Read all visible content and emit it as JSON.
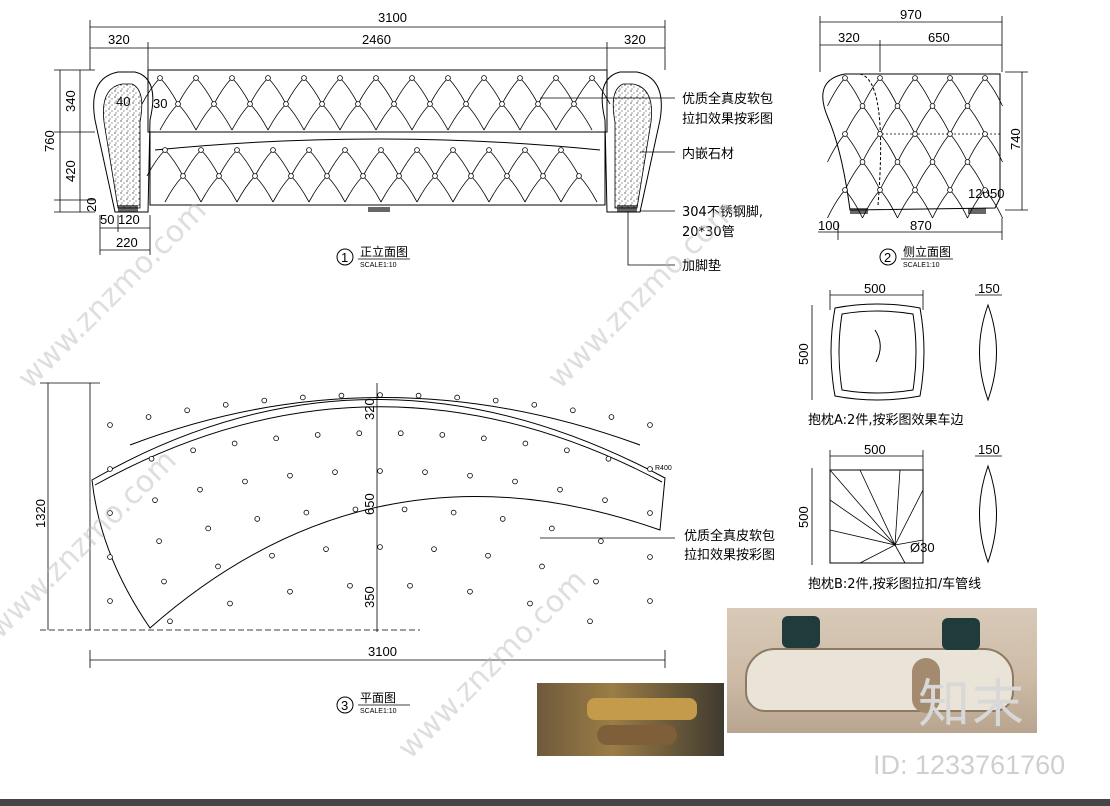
{
  "dims": {
    "front_total": "3100",
    "front_left": "320",
    "front_mid": "2460",
    "front_right": "320",
    "front_h_total": "760",
    "front_h_top": "340",
    "front_h_bot": "420",
    "front_h_leg": "20",
    "front_arm_a": "40",
    "front_arm_b": "30",
    "front_leg_a": "50",
    "front_leg_b": "120",
    "front_leg_c": "220",
    "side_total": "970",
    "side_a": "320",
    "side_b": "650",
    "side_h": "740",
    "side_leg_a": "120",
    "side_leg_b": "50",
    "side_bot_a": "100",
    "side_bot_b": "870",
    "plan_h": "1320",
    "plan_w": "3100",
    "plan_c1": "320",
    "plan_c2": "650",
    "plan_c3": "350",
    "plan_r": "R400",
    "pillow_a_w": "500",
    "pillow_a_h": "500",
    "pillow_a_t": "150",
    "pillow_b_w": "500",
    "pillow_b_h": "500",
    "pillow_b_t": "150",
    "pillow_b_d": "Ø30"
  },
  "notes": {
    "leather_1": "优质全真皮软包",
    "leather_2": "拉扣效果按彩图",
    "stone": "内嵌石材",
    "leg_1": "304不锈钢脚,",
    "leg_2": "20*30管",
    "pad": "加脚垫",
    "plan_leather_1": "优质全真皮软包",
    "plan_leather_2": "拉扣效果按彩图",
    "pillow_a": "抱枕A:2件,按彩图效果车边",
    "pillow_b": "抱枕B:2件,按彩图拉扣/车管线"
  },
  "views": {
    "front_num": "1",
    "front_title": "正立面图",
    "front_scale": "SCALE1:10",
    "side_num": "2",
    "side_title": "侧立面图",
    "side_scale": "SCALE1:10",
    "plan_num": "3",
    "plan_title": "平面图",
    "plan_scale": "SCALE1:10"
  },
  "watermark": {
    "site": "www.znzmo.com",
    "logo": "知末",
    "id": "ID: 1233761760"
  },
  "colors": {
    "line": "#000000",
    "background": "#ffffff",
    "watermark": "#b8b8b8"
  }
}
